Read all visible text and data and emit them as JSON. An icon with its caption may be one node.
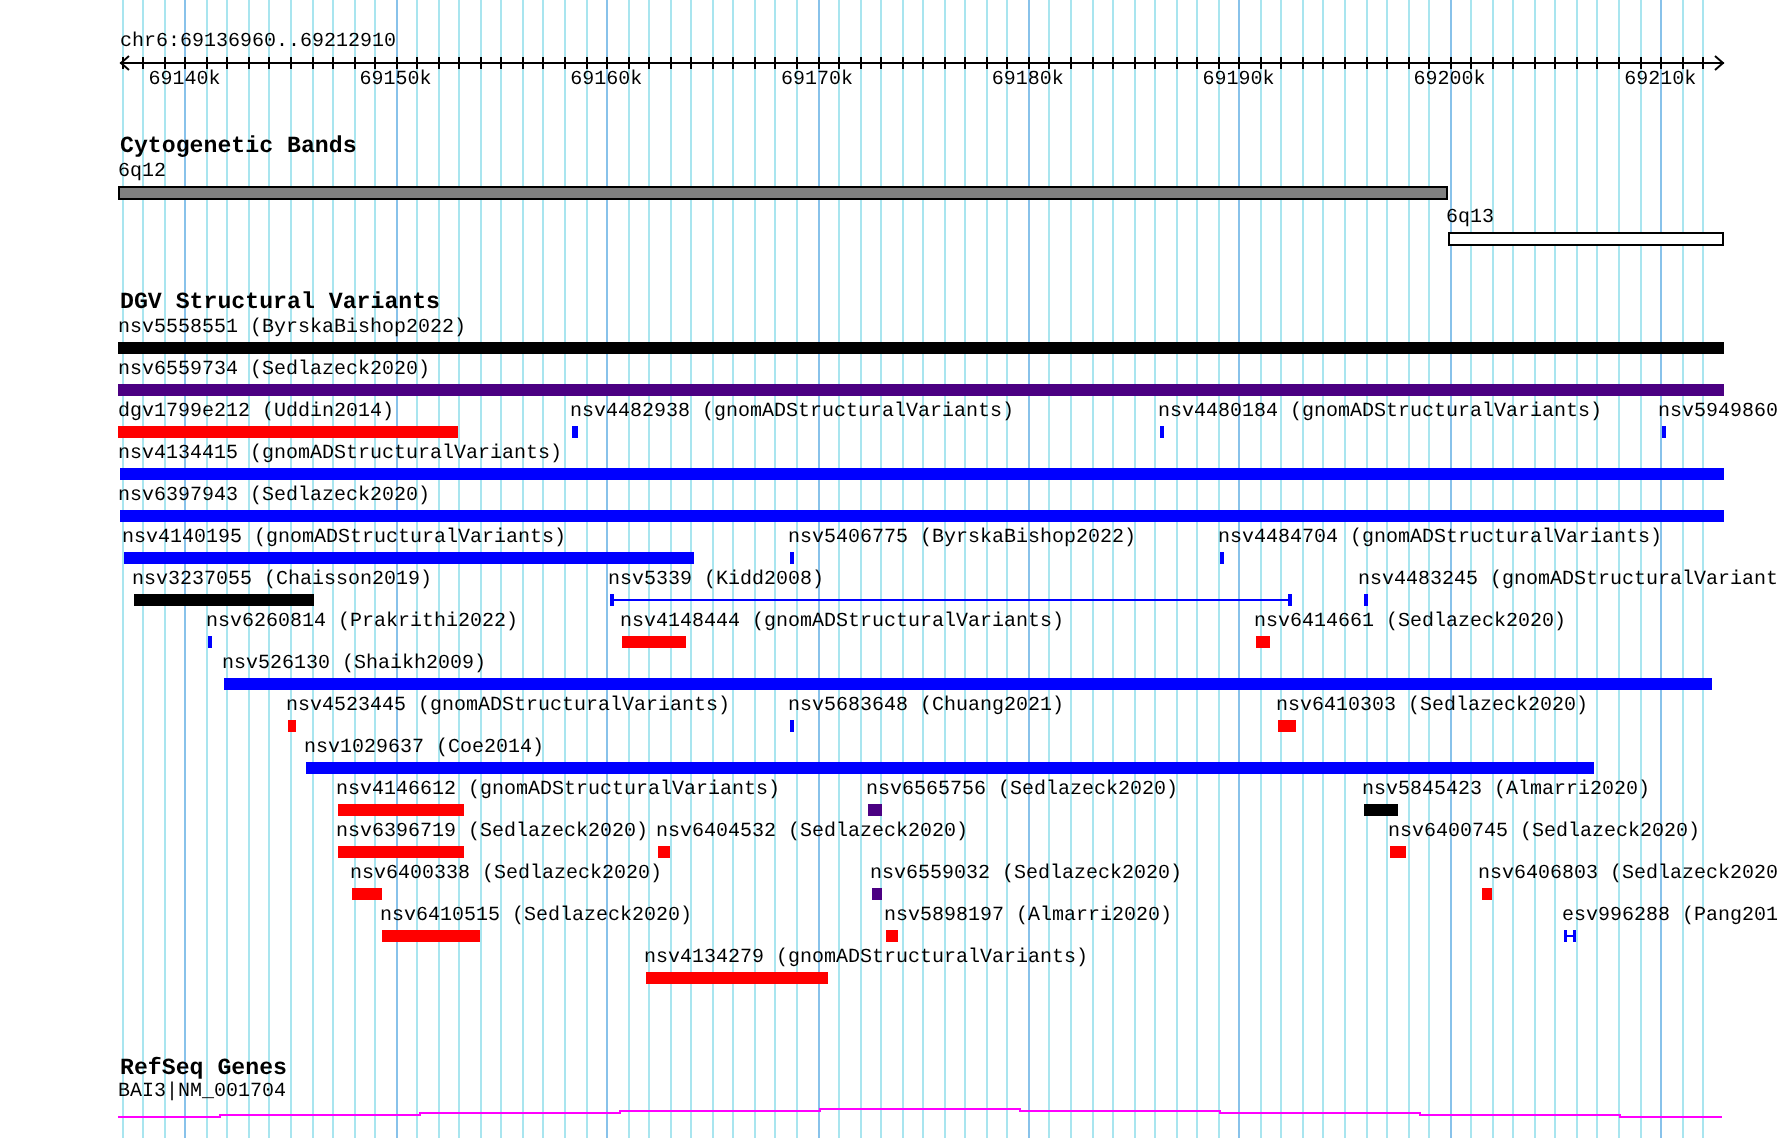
{
  "diagram": {
    "nodes": [
      {
        "text": [
          "6q12"
        ]
      },
      {
        "text": [
          "6q13"
        ]
      },
      {
        "text": [
          "nsv5558551 (ByrskaBishop2022)"
        ]
      },
      {
        "text": [
          "nsv6559734 (Sedlazeck2020)"
        ]
      },
      {
        "text": [
          "dgv1799e212 (Uddin2014)"
        ]
      },
      {
        "text": [
          "nsv4482938 (gnomADStructuralVariants)"
        ]
      },
      {
        "text": [
          "nsv4480184 (gnomADStructuralVariants)"
        ]
      },
      {
        "text": [
          "nsv5949860"
        ]
      },
      {
        "text": [
          "nsv4134415 (gnomADStructuralVariants)"
        ]
      },
      {
        "text": [
          "nsv6397943 (Sedlazeck2020)"
        ]
      },
      {
        "text": [
          "nsv4140195 (gnomADStructuralVariants)"
        ]
      },
      {
        "text": [
          "nsv5406775 (ByrskaBishop2022)"
        ]
      },
      {
        "text": [
          "nsv4484704 (gnomADStructuralVariants)"
        ]
      },
      {
        "text": [
          "nsv3237055 (Chaisson2019)"
        ]
      },
      {
        "text": [
          "nsv5339 (Kidd2008)"
        ]
      },
      {
        "text": [
          "nsv4483245 (gnomADStructuralVariant"
        ]
      },
      {
        "text": [
          "nsv6260814 (Prakrithi2022)"
        ]
      },
      {
        "text": [
          "nsv4148444 (gnomADStructuralVariants)"
        ]
      },
      {
        "text": [
          "nsv6414661 (Sedlazeck2020)"
        ]
      },
      {
        "text": [
          "nsv526130 (Shaikh2009)"
        ]
      },
      {
        "text": [
          "nsv4523445 (gnomADStructuralVariants)"
        ]
      },
      {
        "text": [
          "nsv5683648 (Chuang2021)"
        ]
      },
      {
        "text": [
          "nsv6410303 (Sedlazeck2020)"
        ]
      },
      {
        "text": [
          "nsv1029637 (Coe2014)"
        ]
      },
      {
        "text": [
          "nsv4146612 (gnomADStructuralVariants)"
        ]
      },
      {
        "text": [
          "nsv6565756 (Sedlazeck2020)"
        ]
      },
      {
        "text": [
          "nsv5845423 (Almarri2020)"
        ]
      },
      {
        "text": [
          "nsv6396719 (Sedlazeck2020)"
        ]
      },
      {
        "text": [
          "nsv6404532 (Sedlazeck2020)"
        ]
      },
      {
        "text": [
          "nsv6400745 (Sedlazeck2020)"
        ]
      },
      {
        "text": [
          "nsv6400338 (Sedlazeck2020)"
        ]
      },
      {
        "text": [
          "nsv6559032 (Sedlazeck2020)"
        ]
      },
      {
        "text": [
          "nsv6406803 (Sedlazeck2020"
        ]
      },
      {
        "text": [
          "nsv6410515 (Sedlazeck2020)"
        ]
      },
      {
        "text": [
          "nsv5898197 (Almarri2020)"
        ]
      },
      {
        "text": [
          "esv996288 (Pang201"
        ]
      },
      {
        "text": [
          "nsv4134279 (gnomADStructuralVariants)"
        ]
      },
      {
        "text": [
          "BAI3|NM_001704"
        ]
      }
    ],
    "labels": [
      "chr6:69136960..69212910",
      "69140k",
      "69150k",
      "69160k",
      "69170k",
      "69180k",
      "69190k",
      "69200k",
      "69210k",
      "Cytogenetic Bands",
      "DGV Structural Variants",
      "RefSeq Genes"
    ]
  }
}
